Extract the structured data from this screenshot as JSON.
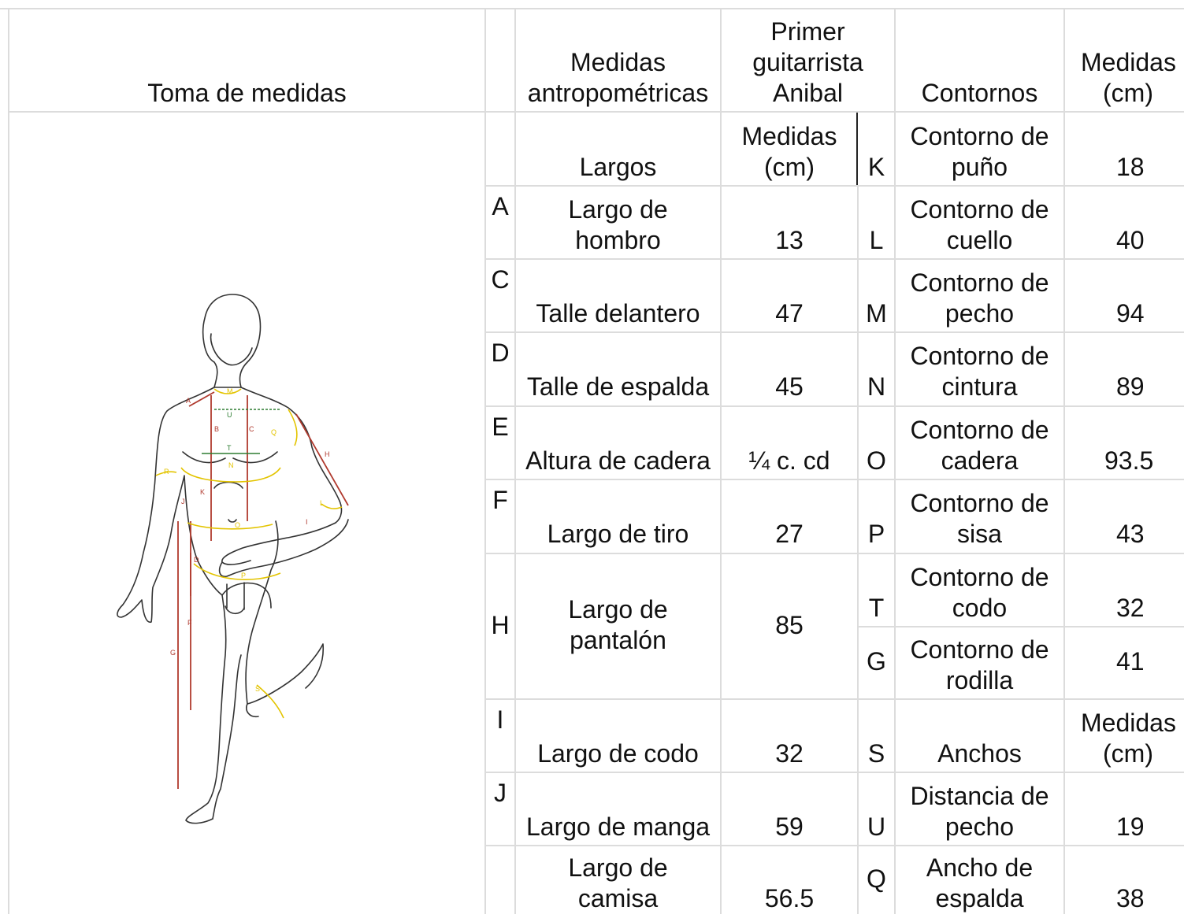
{
  "header": {
    "toma": "Toma de medidas",
    "antropo_1": "Medidas",
    "antropo_2": "antropométricas",
    "guitar_1": "Primer",
    "guitar_2": "guitarrista",
    "guitar_3": "Anibal",
    "contornos": "Contornos",
    "medidas_1": "Medidas",
    "medidas_2": "(cm)"
  },
  "largos_header": {
    "label": "Largos",
    "medidas_1": "Medidas",
    "medidas_2": "(cm)"
  },
  "rows": [
    {
      "letter": "A",
      "name1": "Largo de",
      "name2": "hombro",
      "value": "13",
      "c_letter": "L",
      "c_name1": "Contorno de",
      "c_name2": "cuello",
      "c_value": "40"
    },
    {
      "letter": "C",
      "name1": "",
      "name2": "Talle delantero",
      "value": "47",
      "c_letter": "M",
      "c_name1": "Contorno de",
      "c_name2": "pecho",
      "c_value": "94"
    },
    {
      "letter": "D",
      "name1": "",
      "name2": "Talle de espalda",
      "value": "45",
      "c_letter": "N",
      "c_name1": "Contorno de",
      "c_name2": "cintura",
      "c_value": "89"
    },
    {
      "letter": "E",
      "name1": "",
      "name2": "Altura de cadera",
      "value": "¼ c. cd",
      "c_letter": "O",
      "c_name1": "Contorno de",
      "c_name2": "cadera",
      "c_value": "93.5"
    },
    {
      "letter": "F",
      "name1": "",
      "name2": "Largo de tiro",
      "value": "27",
      "c_letter": "P",
      "c_name1": "Contorno de",
      "c_name2": "sisa",
      "c_value": "43"
    }
  ],
  "k_row": {
    "c_letter": "K",
    "c_name1": "Contorno de",
    "c_name2": "puño",
    "c_value": "18"
  },
  "h_row": {
    "letter": "H",
    "name1": "Largo de",
    "name2": "pantalón",
    "value": "85",
    "t": {
      "c_letter": "T",
      "c_name1": "Contorno de",
      "c_name2": "codo",
      "c_value": "32"
    },
    "g": {
      "c_letter": "G",
      "c_name1": "Contorno de",
      "c_name2": "rodilla",
      "c_value": "41"
    }
  },
  "i_row": {
    "letter": "I",
    "name": "Largo de codo",
    "value": "32",
    "c_letter": "S",
    "c_name": "Anchos",
    "m1": "Medidas",
    "m2": "(cm)"
  },
  "j_row": {
    "letter": "J",
    "name": "Largo de manga",
    "value": "59",
    "c_letter": "U",
    "c_name1": "Distancia de",
    "c_name2": "pecho",
    "c_value": "19"
  },
  "last_row": {
    "name1": "Largo de",
    "name2": "camisa",
    "value": "56.5",
    "c_letter": "Q",
    "c_name1": "Ancho de",
    "c_name2": "espalda",
    "c_value": "38"
  },
  "figure_labels": [
    "A",
    "M",
    "U",
    "B",
    "C",
    "Q",
    "T",
    "H",
    "R",
    "N",
    "J",
    "K",
    "L",
    "O",
    "I",
    "D",
    "P",
    "F",
    "G",
    "S"
  ],
  "colors": {
    "grid": "#dcdcdc",
    "red": "#b03a2e",
    "yellow": "#e3c400",
    "green": "#2e7d32"
  }
}
